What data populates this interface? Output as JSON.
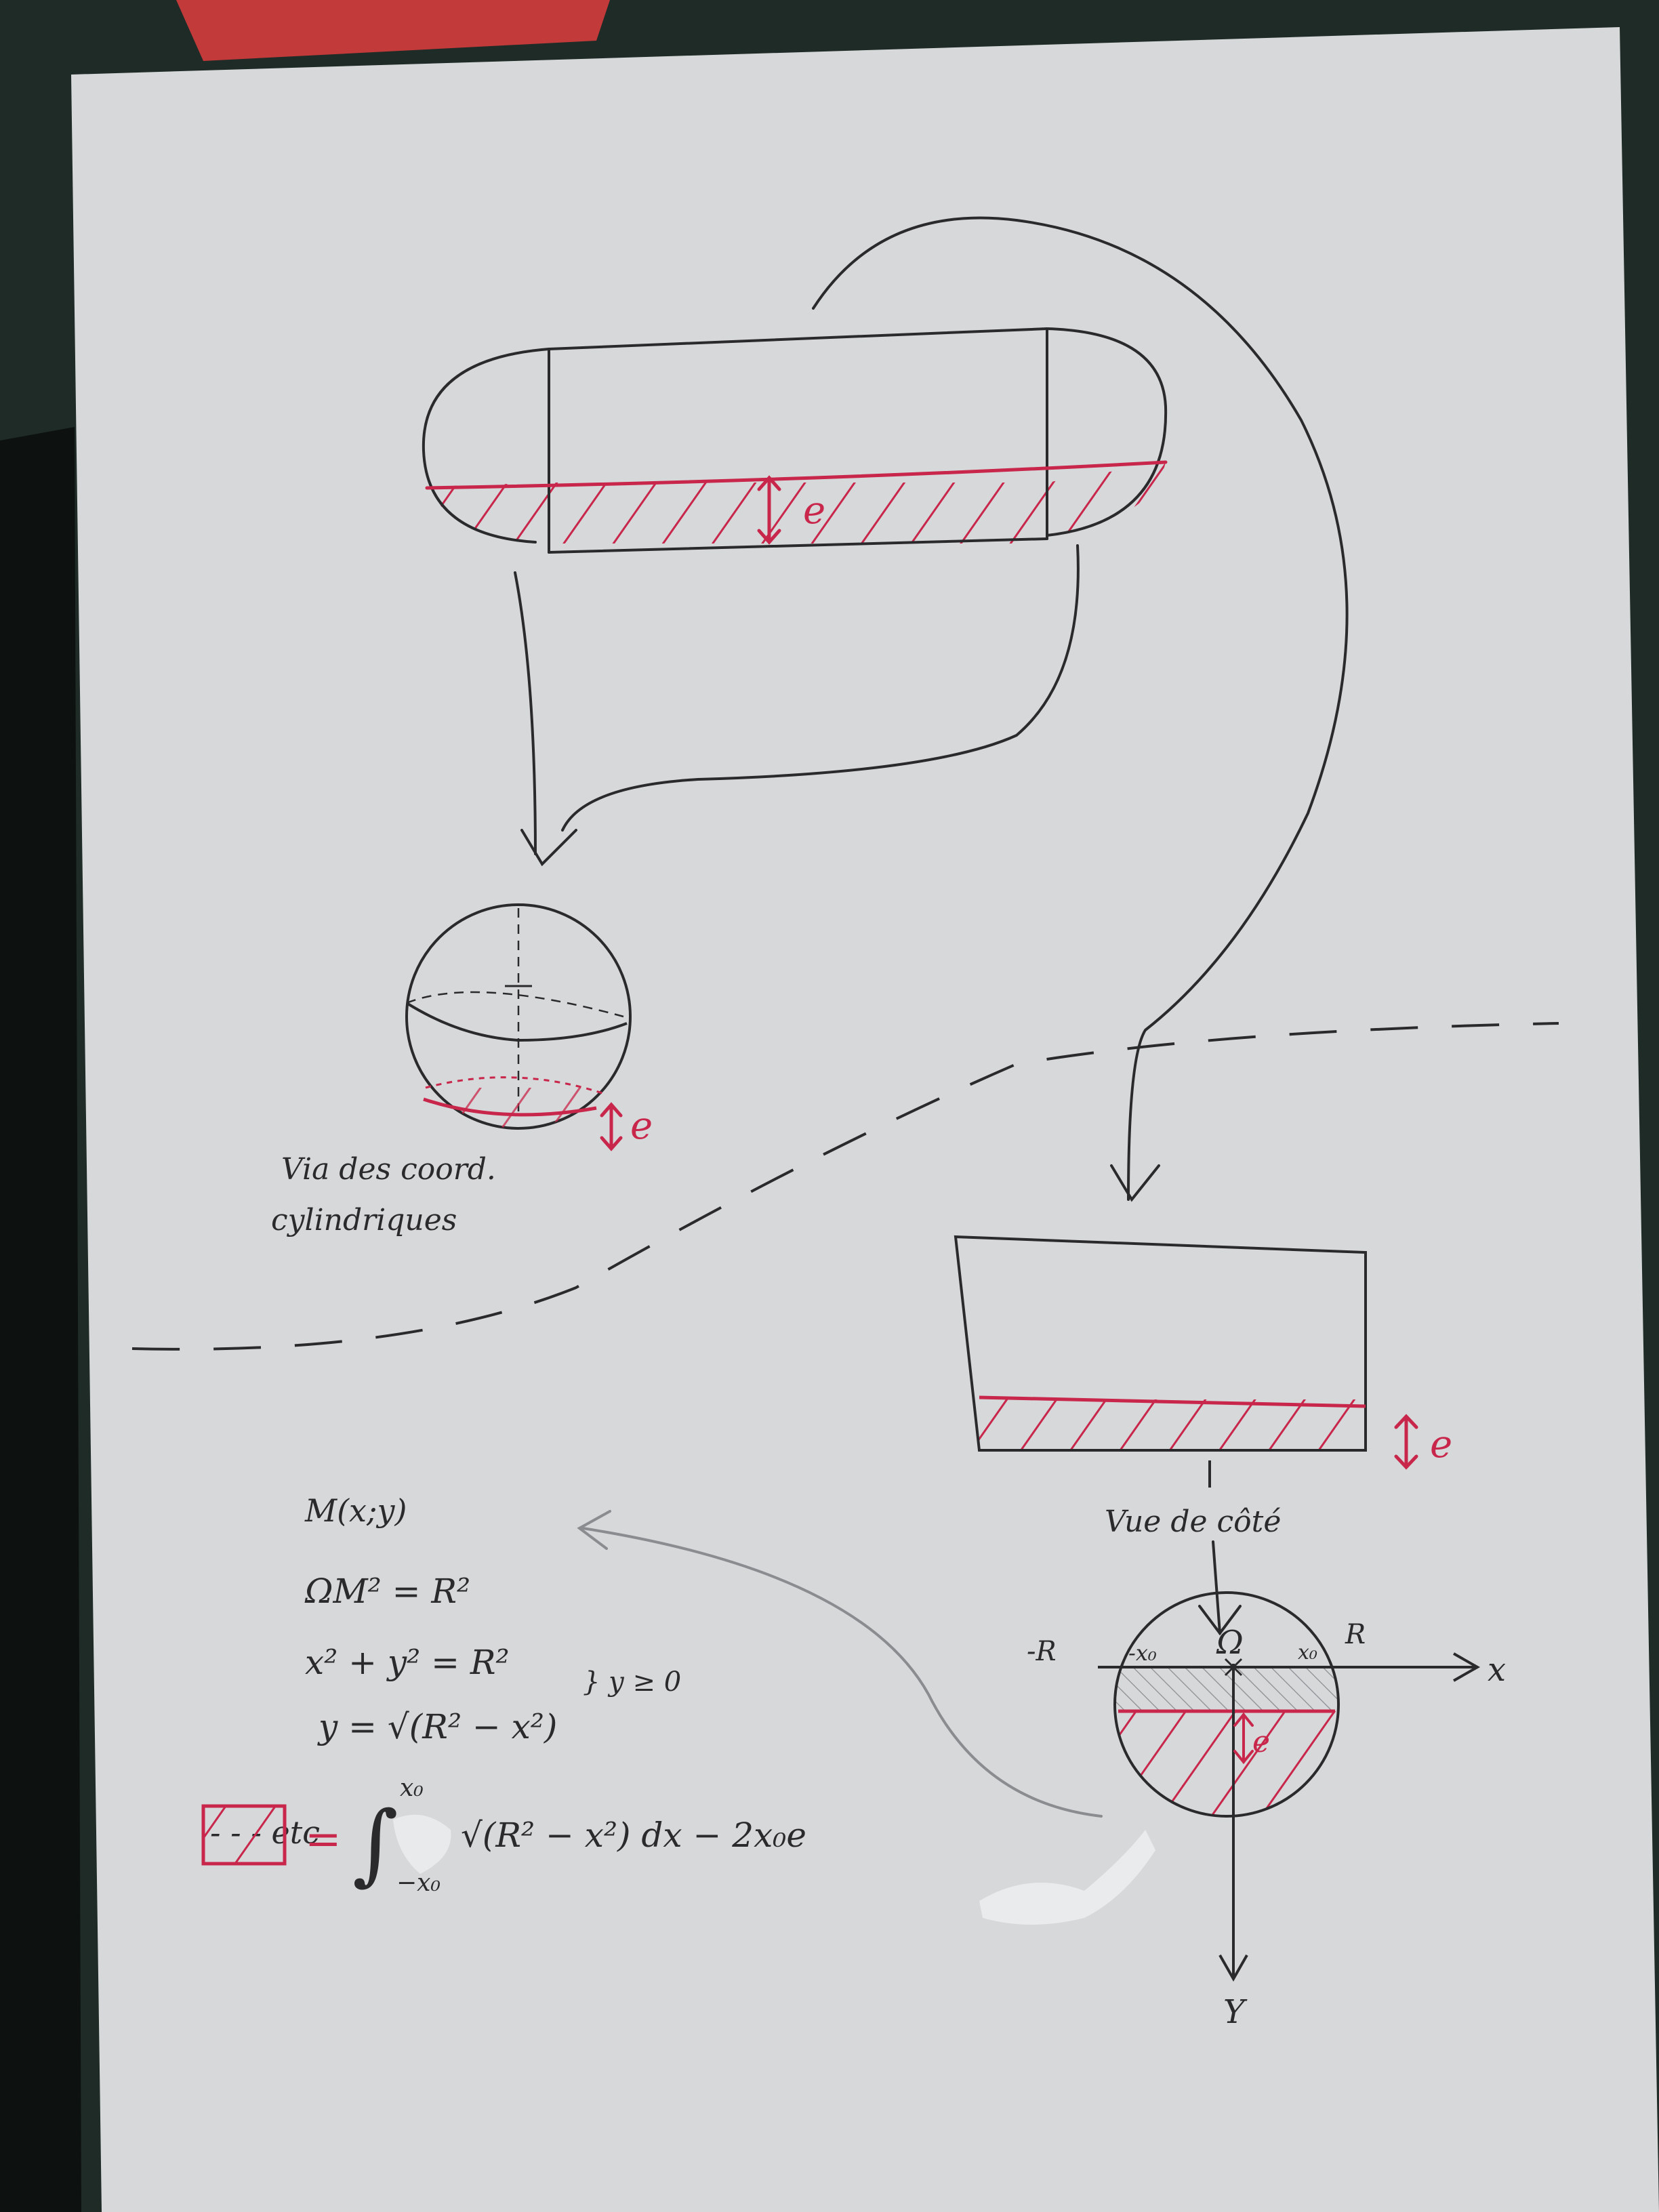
{
  "colors": {
    "background": "#1f2b26",
    "paper": "#d6d8da",
    "ink_black": "#2a2a2c",
    "ink_red": "#c8264a",
    "pencil": "#8a8c8f"
  },
  "labels": {
    "thickness_top": "e",
    "thickness_sphere": "e",
    "thickness_side": "e",
    "thickness_circle": "e",
    "sphere_caption_1": "Via des coord.",
    "sphere_caption_2": "cylindriques",
    "side_view_caption": "Vue de côté"
  },
  "axes": {
    "x_label": "x",
    "y_label": "Y",
    "center_label": "Ω",
    "minus_r": "-R",
    "plus_r": "R",
    "minus_x0": "-x₀",
    "plus_x0": "x₀"
  },
  "math": {
    "line1": "M(x;y)",
    "line2": "ΩM² = R²",
    "line3": "x² + y² = R²",
    "condition": "} y ≥ 0",
    "line4": "y = √(R² − x²)",
    "equals": "=",
    "integral_sign": "∫",
    "upper_bound": "x₀",
    "lower_bound": "−x₀",
    "integrand": "√(R² − x²) dx − 2x₀e",
    "ellipsis": "- - - etc"
  }
}
